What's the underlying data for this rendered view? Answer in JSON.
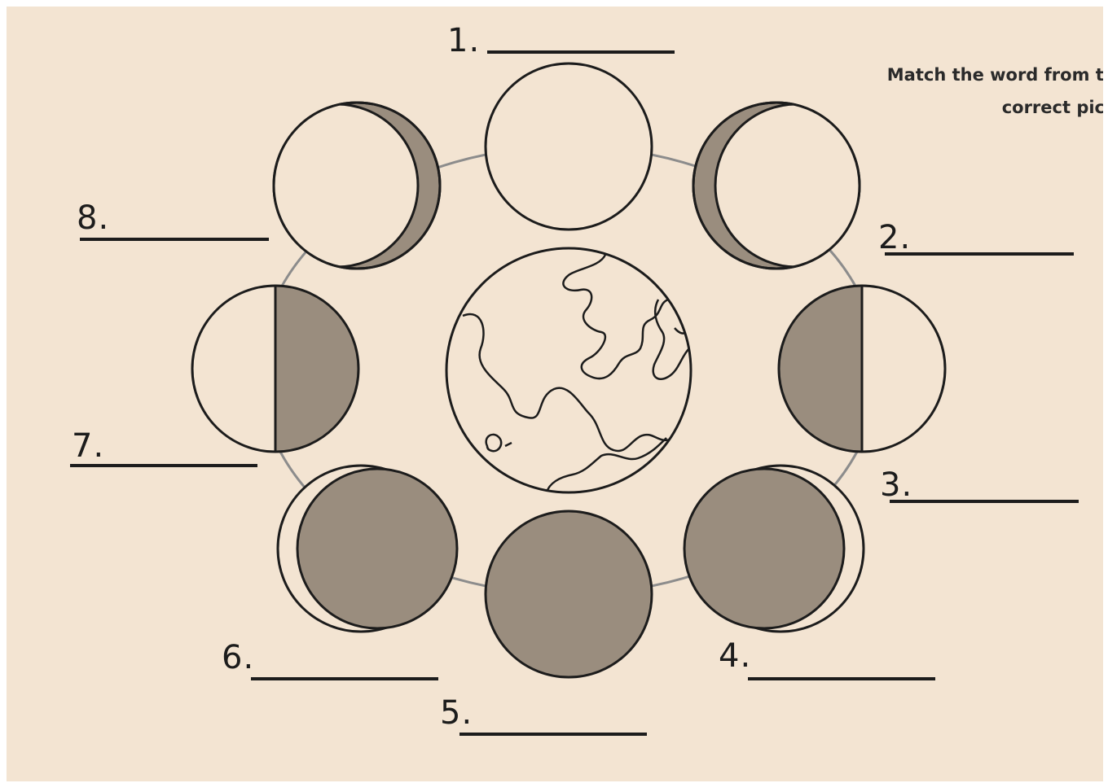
{
  "worksheet": {
    "instructions": [
      "Match the word from the",
      "correct pic"
    ],
    "colors": {
      "paper": "#f3e4d2",
      "ink": "#1c1c1c",
      "shade": "#9a8d7e",
      "orbit": "#8c8c8c"
    },
    "labels": [
      "1.",
      "2.",
      "3.",
      "4.",
      "5.",
      "6.",
      "7.",
      "8."
    ],
    "phases": [
      {
        "label": "1.",
        "shade": "none"
      },
      {
        "label": "2.",
        "shade": "left-crescent"
      },
      {
        "label": "3.",
        "shade": "left-half"
      },
      {
        "label": "4.",
        "shade": "mostly-dark-right-crescent-lit"
      },
      {
        "label": "5.",
        "shade": "full-dark"
      },
      {
        "label": "6.",
        "shade": "mostly-dark-left-crescent-lit"
      },
      {
        "label": "7.",
        "shade": "right-half"
      },
      {
        "label": "8.",
        "shade": "right-crescent"
      }
    ],
    "center_icon": "earth-icon"
  }
}
